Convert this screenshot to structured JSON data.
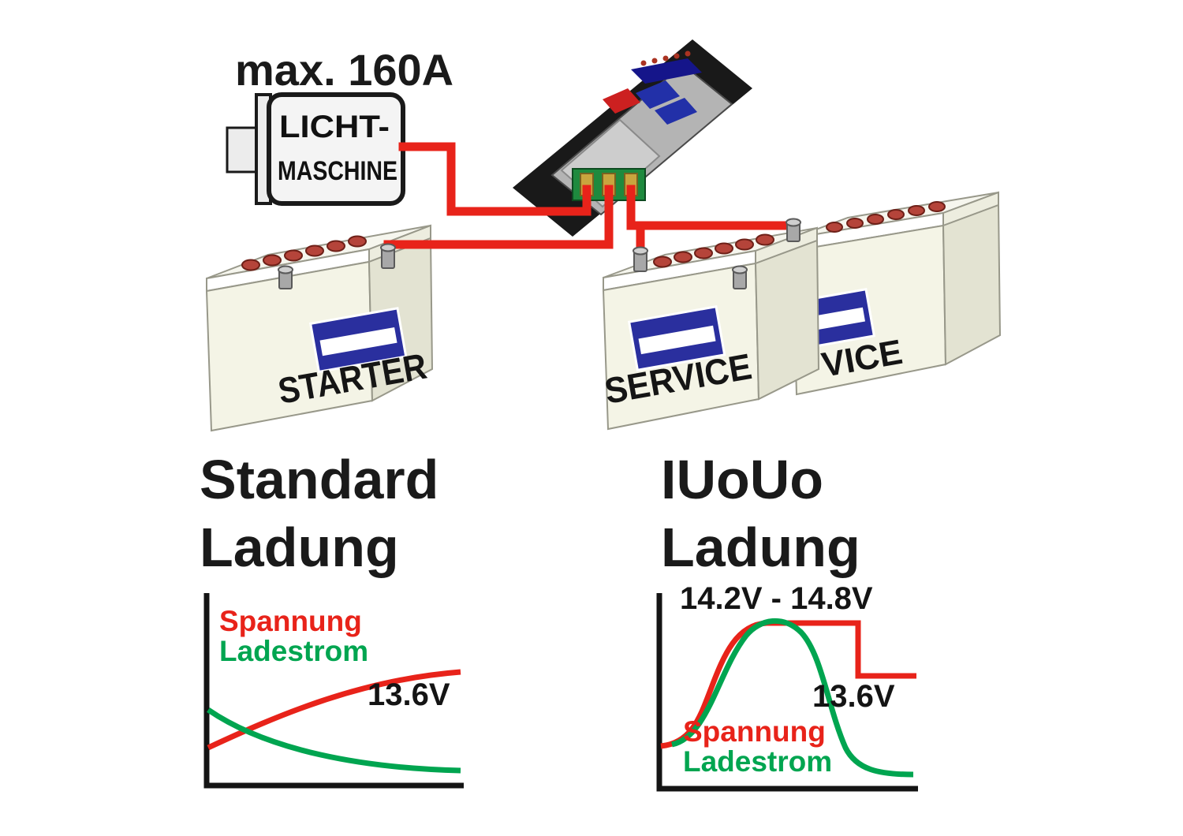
{
  "diagram": {
    "max_current_label": "max. 160A",
    "alternator": {
      "line1": "LICHT-",
      "line2": "MASCHINE"
    },
    "batteries": {
      "starter": "STARTER",
      "service": "SERVICE",
      "service_rear_visible": "VICE"
    }
  },
  "sections": {
    "left": {
      "line1": "Standard",
      "line2": "Ladung"
    },
    "right": {
      "line1": "IUoUo",
      "line2": "Ladung"
    }
  },
  "charts": {
    "left": {
      "voltage": "Spannung",
      "current": "Ladestrom",
      "float_v": "13.6V"
    },
    "right": {
      "range": "14.2V - 14.8V",
      "voltage": "Spannung",
      "current": "Ladestrom",
      "float_v": "13.6V"
    }
  },
  "colors": {
    "wire_red": "#e8231a",
    "voltage_red": "#e8231a",
    "current_green": "#00a550",
    "label_blue": "#2a2f9e",
    "battery_cream": "#f4f4e6",
    "cap_red": "#b5443a",
    "terminal_green": "#1e8a3e",
    "terminal_brass": "#c9a53e"
  },
  "chart_data": [
    {
      "type": "line",
      "title": "Standard Ladung",
      "xlabel": "time (unlabeled)",
      "ylabel": "voltage / current (unlabeled)",
      "grid": false,
      "legend_position": "inline-annotations",
      "annotations": [
        "Spannung",
        "Ladestrom",
        "13.6V"
      ],
      "float_voltage": 13.6,
      "series": [
        {
          "name": "Spannung",
          "color": "#e8231a",
          "x": [
            0.0,
            0.2,
            0.4,
            0.6,
            0.8,
            1.0
          ],
          "y": [
            0.2,
            0.34,
            0.46,
            0.54,
            0.58,
            0.6
          ],
          "note": "voltage rises asymptotically toward 13.6V"
        },
        {
          "name": "Ladestrom",
          "color": "#00a550",
          "x": [
            0.0,
            0.2,
            0.4,
            0.6,
            0.8,
            1.0
          ],
          "y": [
            0.4,
            0.24,
            0.14,
            0.1,
            0.08,
            0.08
          ],
          "note": "charge current decays toward zero"
        }
      ]
    },
    {
      "type": "line",
      "title": "IUoUo Ladung",
      "xlabel": "time (unlabeled)",
      "ylabel": "voltage / current (unlabeled)",
      "grid": false,
      "legend_position": "inline-annotations",
      "annotations": [
        "14.2V - 14.8V",
        "Spannung",
        "Ladestrom",
        "13.6V"
      ],
      "absorption_voltage_range": [
        14.2,
        14.8
      ],
      "float_voltage": 13.6,
      "series": [
        {
          "name": "Spannung",
          "color": "#e8231a",
          "x": [
            0.0,
            0.1,
            0.25,
            0.4,
            0.42,
            0.75,
            0.76,
            1.0
          ],
          "y": [
            0.22,
            0.24,
            0.5,
            0.84,
            0.86,
            0.86,
            0.58,
            0.58
          ],
          "note": "voltage rises to absorption 14.2-14.8V, holds, then steps down to float 13.6V"
        },
        {
          "name": "Ladestrom",
          "color": "#00a550",
          "x": [
            0.05,
            0.2,
            0.35,
            0.45,
            0.55,
            0.65,
            0.72,
            0.8,
            1.0
          ],
          "y": [
            0.23,
            0.45,
            0.8,
            0.88,
            0.84,
            0.62,
            0.3,
            0.1,
            0.08
          ],
          "note": "charge current peaks during bulk phase then drops to near zero"
        }
      ]
    }
  ]
}
